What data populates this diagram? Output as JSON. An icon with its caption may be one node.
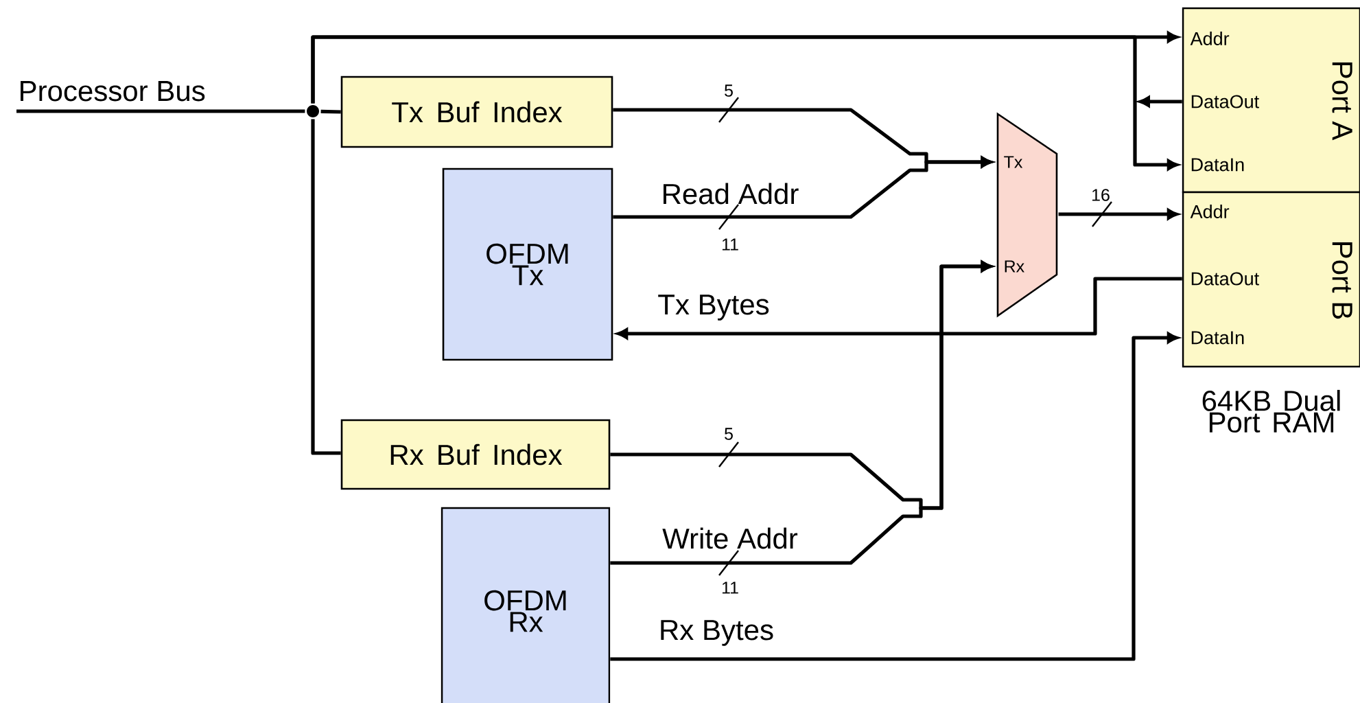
{
  "diagram": {
    "nodes": [
      {
        "text": [
          "Processor Bus"
        ]
      },
      {
        "text": [],
        "shape": "circle"
      },
      {
        "text": [
          "Tx Buf Index"
        ]
      },
      {
        "text": [
          "OFDM Tx"
        ]
      },
      {
        "text": [
          "Rx Buf Index"
        ]
      },
      {
        "text": [
          "OFDM Rx"
        ]
      },
      {
        "text": [
          "Tx",
          "Rx"
        ]
      },
      {
        "text": [
          "Addr",
          "DataOut",
          "DataIn",
          "Port A"
        ]
      },
      {
        "text": [
          "Addr",
          "DataOut",
          "DataIn",
          "Port B"
        ],
        "beside": [
          "64KB Dual Port RAM"
        ]
      }
    ],
    "edges": [
      {
        "from": 0,
        "to": 1,
        "arrow": "none"
      },
      {
        "from": 1,
        "to": 2,
        "arrow": "none"
      },
      {
        "from": 1,
        "to": 4,
        "arrow": "none"
      },
      {
        "from": 1,
        "to": 7,
        "arrow": "to"
      },
      {
        "from": 1,
        "to": 7,
        "arrow": "to"
      },
      {
        "from": 7,
        "to": null,
        "arrow": "to"
      },
      {
        "from": 2,
        "to": 6,
        "arrow": "to",
        "label": "5"
      },
      {
        "from": 3,
        "to": 6,
        "arrow": "to",
        "label": "Read Addr"
      },
      {
        "from": 6,
        "to": 8,
        "arrow": "to",
        "label": "16"
      },
      {
        "from": 8,
        "to": 3,
        "arrow": "to",
        "label": "Tx Bytes"
      },
      {
        "from": 4,
        "to": 6,
        "arrow": "to",
        "label": "5"
      },
      {
        "from": 5,
        "to": 6,
        "arrow": "to",
        "label": "Write Addr"
      },
      {
        "from": 5,
        "to": 8,
        "arrow": "to",
        "label": "Rx Bytes"
      }
    ],
    "labels": [
      "11",
      "11"
    ]
  }
}
